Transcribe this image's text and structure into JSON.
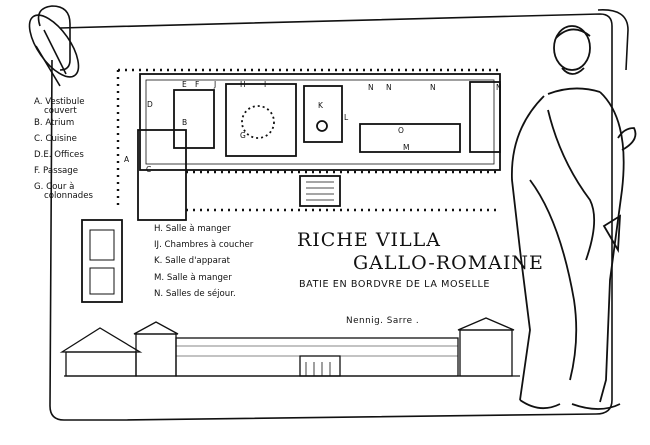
{
  "title": {
    "line1": "RICHE VILLA",
    "line2": "GALLO-ROMAINE",
    "line3": "BATIE EN BORDVRE DE LA MOSELLE"
  },
  "place": "Nennig. Sarre .",
  "legend_left": [
    {
      "text": "A. Vestibule",
      "cont": "couvert"
    },
    {
      "text": "B. Atrium",
      "cont": ""
    },
    {
      "text": "C. Cuisine",
      "cont": ""
    },
    {
      "text": "D.E. Offices",
      "cont": ""
    },
    {
      "text": "F. Passage",
      "cont": ""
    },
    {
      "text": "G. Cour à",
      "cont": "colonnades"
    }
  ],
  "legend_mid": [
    "H. Salle à manger",
    "IJ. Chambres à coucher",
    "K. Salle d'apparat",
    "M. Salle à manger",
    "N. Salles de séjour."
  ],
  "room_letters": [
    "D",
    "E",
    "F",
    "J",
    "H",
    "I",
    "B",
    "G",
    "K",
    "L",
    "N",
    "N",
    "N",
    "N",
    "O",
    "M",
    "A",
    "C"
  ],
  "colors": {
    "ink": "#111111",
    "paper": "#ffffff"
  }
}
